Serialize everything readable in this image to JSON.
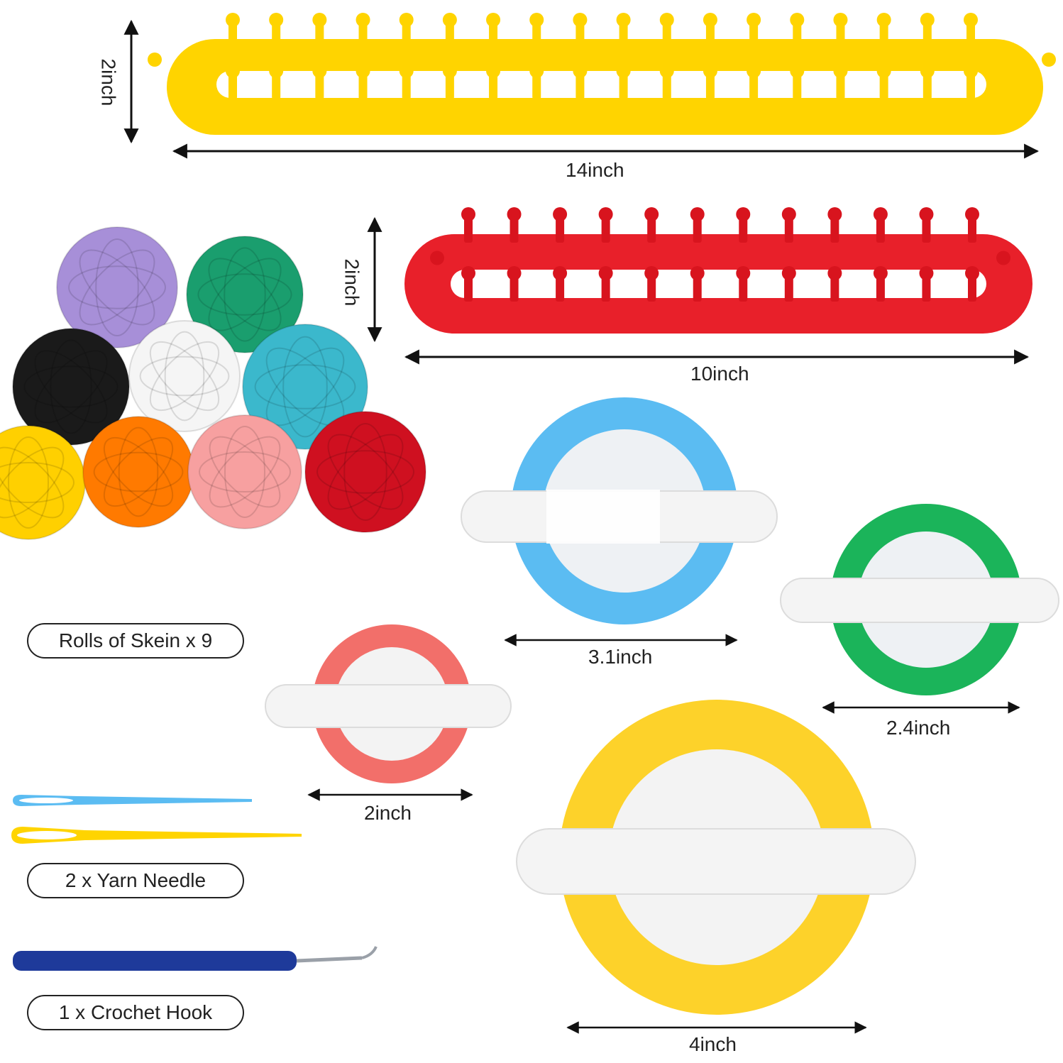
{
  "dimensions": {
    "loom_large_length": "14inch",
    "loom_large_height": "2inch",
    "loom_small_length": "10inch",
    "loom_small_height": "2inch",
    "pompom_blue": "3.1inch",
    "pompom_green": "2.4inch",
    "pompom_pink": "2inch",
    "pompom_yellow": "4inch"
  },
  "labels": {
    "skein": "Rolls of Skein x 9",
    "needle": "2 x Yarn Needle",
    "hook": "1 x Crochet Hook"
  },
  "colors": {
    "loom_large": "#ffd400",
    "loom_small": "#e8202a",
    "pompom_blue": "#5bbcf2",
    "pompom_green": "#1bb45a",
    "pompom_pink": "#f26f6a",
    "pompom_yellow": "#fdd22a",
    "hook": "#1e3a9a"
  },
  "yarn_colors": [
    "#a78fd8",
    "#1a9e6e",
    "#1a1a1a",
    "#f5f5f5",
    "#3bb8cc",
    "#ffd000",
    "#ff7a00",
    "#f7a0a0",
    "#cf1020"
  ]
}
